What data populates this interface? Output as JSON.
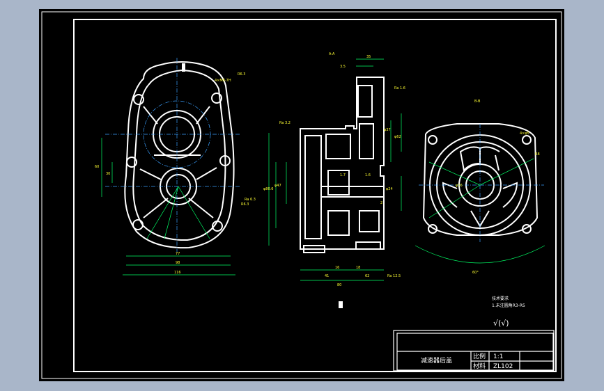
{
  "viewport": {
    "background": "#000000",
    "desktop": "#a9b6c9"
  },
  "colors": {
    "outline": "#ffffff",
    "dimension": "#00ff66",
    "center": "#3aa0ff",
    "label": "#ffff33"
  },
  "section_labels": {
    "aa": "A-A",
    "bb": "B-B"
  },
  "title_block": {
    "part_name": "减速器后盖",
    "scale_label": "比例",
    "scale_value": "1:1",
    "material_label": "材料",
    "material_value": "ZL102"
  },
  "notes": {
    "line1": "技术要求",
    "line2": "1.未注圆角R3-R5",
    "roughness": "√(√)"
  },
  "dimensions": {
    "front_width_1": "77",
    "front_width_2": "98",
    "front_width_3": "116",
    "front_height_1": "60",
    "front_height_2": "30",
    "front_r1": "R6.3",
    "front_r2": "R6.3",
    "front_bolt": "4×M8-7H",
    "sec_a": "3.5",
    "sec_b": "35",
    "sec_c": "16",
    "sec_d": "41",
    "sec_e": "62",
    "sec_f": "18",
    "sec_g": "80",
    "sec_h": "φ37",
    "sec_i": "φ62",
    "sec_j": "φ24",
    "sec_k": "Ra 3.2",
    "sec_l": "Ra 1.6",
    "sec_m": "Ra 6.3",
    "sec_n": "1.7",
    "sec_o": "1.6",
    "sec_p": "2",
    "sec_q": "Ra 12.5",
    "sec_r": "φ80.6",
    "sec_s": "φ47",
    "side_angle": "60°",
    "side_r": "R8",
    "side_d": "φ56",
    "side_e": "4×φ5"
  }
}
